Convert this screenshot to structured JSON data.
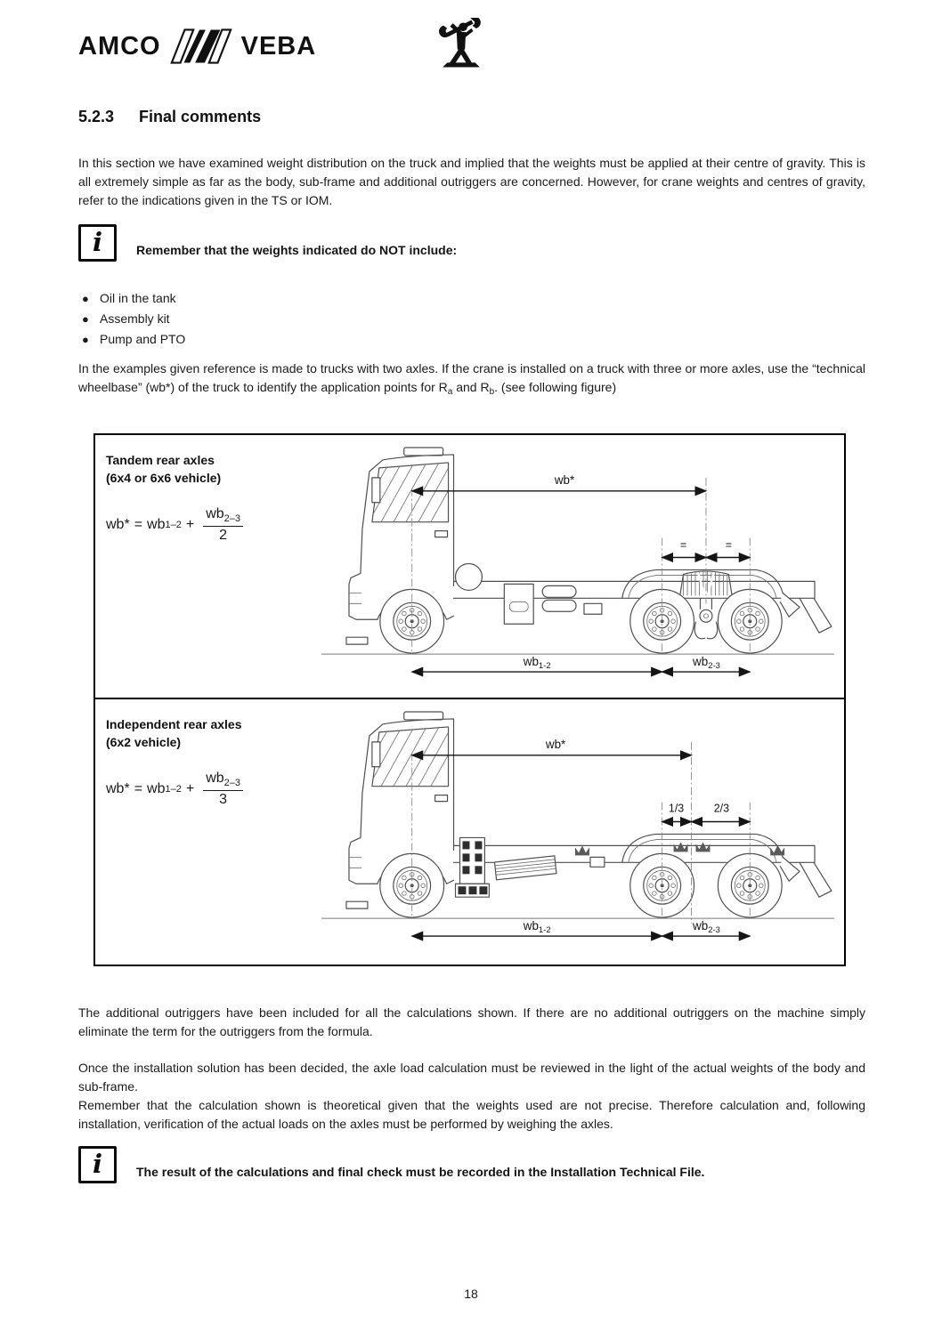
{
  "page": {
    "number": "18"
  },
  "header": {
    "brand_left": "AMCO",
    "brand_right": "VEBA",
    "craneman_icon": "crane-technician-silhouette"
  },
  "heading": {
    "number": "5.2.3",
    "title": "Final comments"
  },
  "intro_paragraph": "In this section we have examined weight distribution on the truck and implied that the weights must be applied at their centre of gravity. This is all extremely simple as far as the body, sub-frame and additional outriggers are concerned. However, for crane weights and centres of gravity, refer to the indications given in the TS or IOM.",
  "note1": {
    "icon_glyph": "i",
    "text": "Remember that the weights indicated do NOT include:"
  },
  "exclusions": [
    "Oil in the tank",
    "Assembly kit",
    "Pump and PTO"
  ],
  "axles_paragraph": {
    "part1": "In the examples given reference is made to trucks with two axles. If the crane is installed on a truck with three or more axles, use the “technical wheelbase” (wb*) of the truck to identify the application points for R",
    "sub1": "a",
    "part2": " and R",
    "sub2": "b",
    "part3": ". (see following figure)"
  },
  "figure": {
    "panels": [
      {
        "title_line1": "Tandem rear axles",
        "title_line2": "(6x4 or 6x6 vehicle)",
        "formula": {
          "lhs": "wb*",
          "equals": "=",
          "base": "wb",
          "base_sub": "1–2",
          "plus": "+",
          "num_base": "wb",
          "num_sub": "2–3",
          "denominator": "2"
        },
        "dims": {
          "wheelbase_label": "wb*",
          "left_segment": "=",
          "right_segment": "=",
          "wb12_base": "wb",
          "wb12_sub": "1-2",
          "wb23_base": "wb",
          "wb23_sub": "2-3"
        }
      },
      {
        "title_line1": "Independent rear axles",
        "title_line2": "(6x2 vehicle)",
        "formula": {
          "lhs": "wb*",
          "equals": "=",
          "base": "wb",
          "base_sub": "1–2",
          "plus": "+",
          "num_base": "wb",
          "num_sub": "2–3",
          "denominator": "3"
        },
        "dims": {
          "wheelbase_label": "wb*",
          "left_segment": "1/3",
          "right_segment": "2/3",
          "wb12_base": "wb",
          "wb12_sub": "1-2",
          "wb23_base": "wb",
          "wb23_sub": "2-3"
        }
      }
    ]
  },
  "outriggers_paragraph": "The additional outriggers have been included for all the calculations shown. If there are no additional outriggers on the machine simply eliminate the term for the outriggers from the formula.",
  "review_paragraph": "Once the installation solution has been decided, the axle load calculation must be reviewed in the light of the actual weights of the body and sub-frame.",
  "theoretical_paragraph": "Remember that the calculation shown is theoretical given that the weights used are not precise. Therefore calculation and, following installation, verification of the actual loads on the axles must be performed by weighing the axles.",
  "note2": {
    "icon_glyph": "i",
    "text": "The result of the calculations and final check must be recorded in the Installation Technical File."
  }
}
